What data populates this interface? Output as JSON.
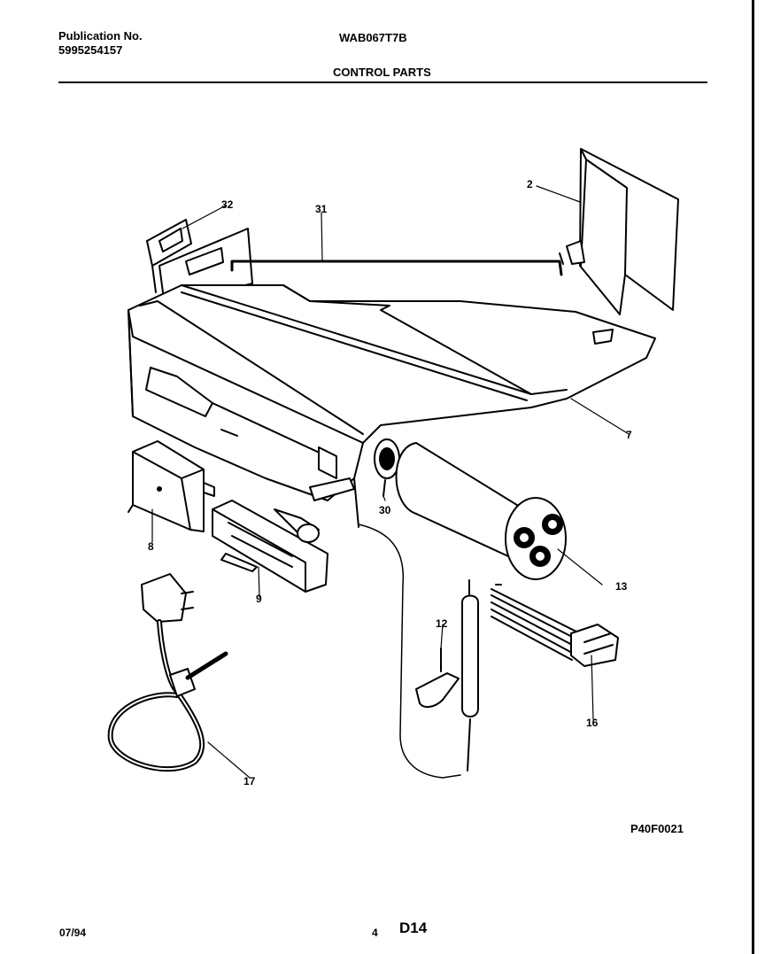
{
  "header": {
    "publication_label": "Publication No.",
    "publication_number": "5995254157",
    "model": "WAB067T7B",
    "section_title": "CONTROL PARTS"
  },
  "diagram": {
    "figure_code": "P40F0021",
    "callouts": {
      "c2": "2",
      "c7": "7",
      "c8": "8",
      "c9": "9",
      "c12": "12",
      "c13": "13",
      "c16": "16",
      "c17": "17",
      "c30": "30",
      "c31": "31",
      "c32": "32"
    }
  },
  "footer": {
    "date": "07/94",
    "page_number": "4",
    "page_id": "D14"
  }
}
